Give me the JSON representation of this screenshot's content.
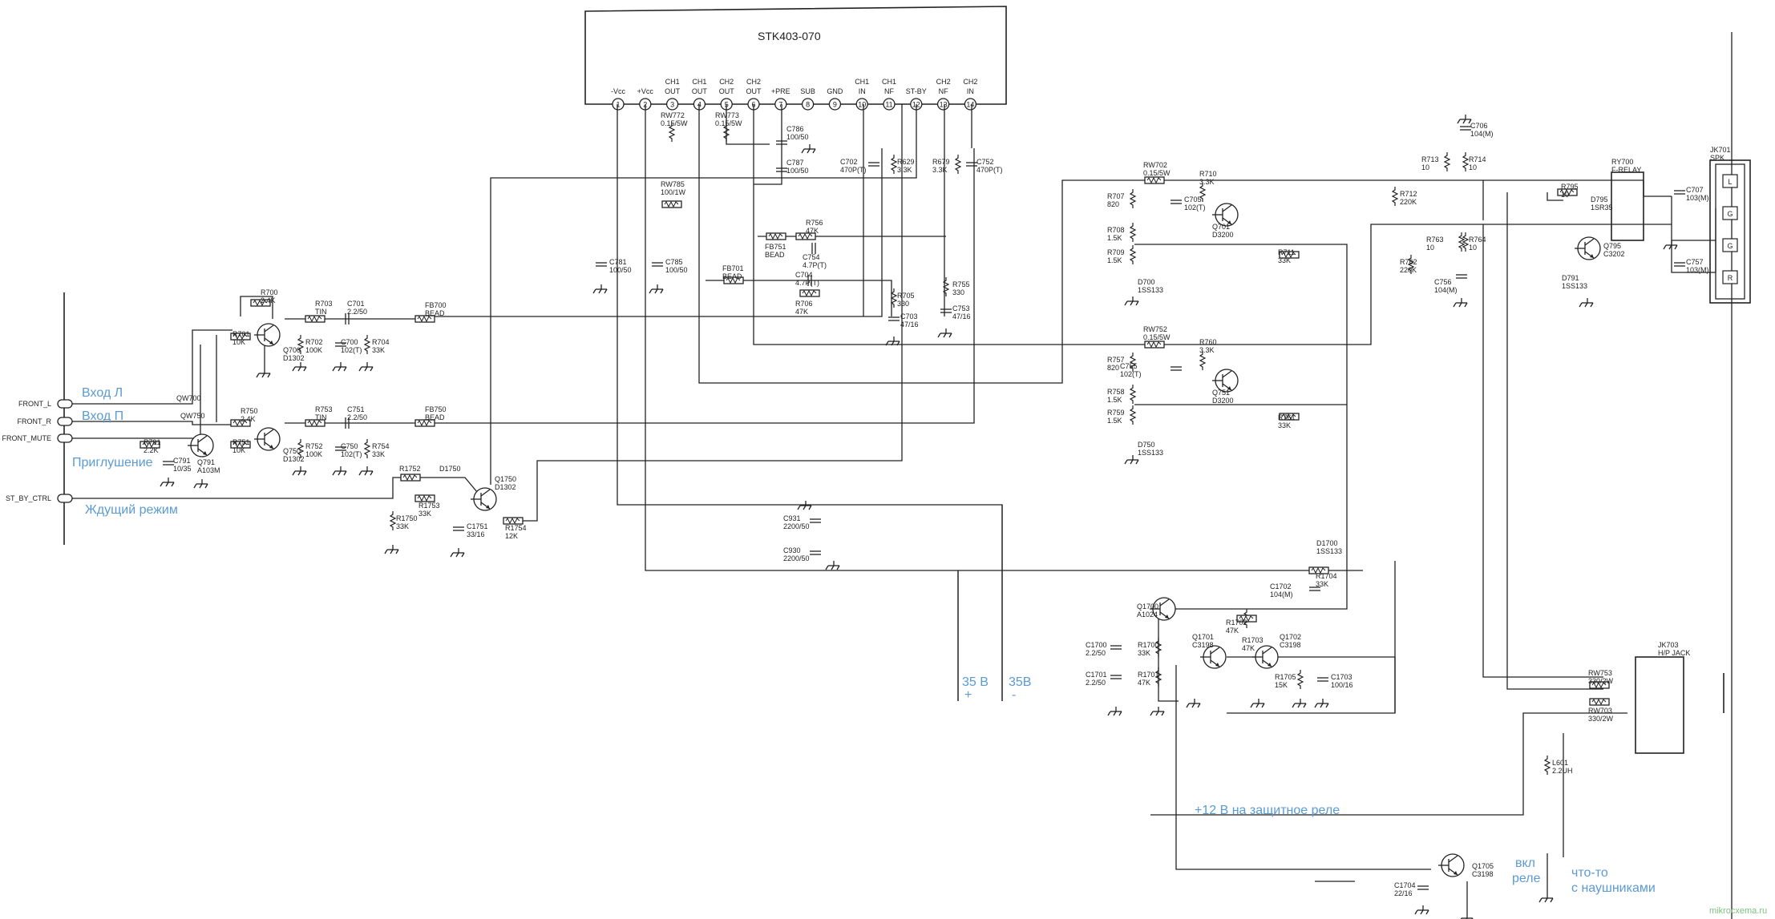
{
  "ic": {
    "name": "STK403-070",
    "pins": [
      {
        "n": "1",
        "name": "-Vcc"
      },
      {
        "n": "2",
        "name": "+Vcc"
      },
      {
        "n": "3",
        "name": "CH1 OUT"
      },
      {
        "n": "4",
        "name": "CH1 OUT"
      },
      {
        "n": "5",
        "name": "CH2 OUT"
      },
      {
        "n": "6",
        "name": "CH2 OUT"
      },
      {
        "n": "7",
        "name": "+PRE"
      },
      {
        "n": "8",
        "name": "SUB"
      },
      {
        "n": "9",
        "name": "GND"
      },
      {
        "n": "10",
        "name": "CH1 IN"
      },
      {
        "n": "11",
        "name": "CH1 NF"
      },
      {
        "n": "12",
        "name": "ST-BY"
      },
      {
        "n": "13",
        "name": "CH2 NF"
      },
      {
        "n": "14",
        "name": "CH2 IN"
      }
    ]
  },
  "connectors": [
    {
      "id": "FRONT_L",
      "label": "FRONT_L"
    },
    {
      "id": "FRONT_R",
      "label": "FRONT_R"
    },
    {
      "id": "FRONT_MUTE",
      "label": "FRONT_MUTE"
    },
    {
      "id": "ST_BY_CTRL",
      "label": "ST_BY_CTRL"
    }
  ],
  "annotations": {
    "input_l": "Вход Л",
    "input_r": "Вход П",
    "mute": "Приглушение",
    "standby": "Ждущий режим",
    "v35_plus": "35 В",
    "plus_sign": "+",
    "v35_minus": "35В",
    "minus_sign": "-",
    "relay_12v": "+12 В на защитное реле",
    "relay_on_1": "вкл",
    "relay_on_2": "реле",
    "hp_1": "что-то",
    "hp_2": "с наушниками"
  },
  "components": [
    {
      "ref": "R700",
      "value": "2.4K"
    },
    {
      "ref": "R701",
      "value": "10K"
    },
    {
      "ref": "Q700",
      "value": "D1302"
    },
    {
      "ref": "R703",
      "value": "TIN"
    },
    {
      "ref": "C701",
      "value": "2.2/50"
    },
    {
      "ref": "R702",
      "value": "100K"
    },
    {
      "ref": "C700",
      "value": "102(T)"
    },
    {
      "ref": "R704",
      "value": "33K"
    },
    {
      "ref": "FB700",
      "value": "BEAD"
    },
    {
      "ref": "QW700",
      "value": ""
    },
    {
      "ref": "QW750",
      "value": ""
    },
    {
      "ref": "R750",
      "value": "2.4K"
    },
    {
      "ref": "R751",
      "value": "10K"
    },
    {
      "ref": "Q750",
      "value": "D1302"
    },
    {
      "ref": "R753",
      "value": "TIN"
    },
    {
      "ref": "C751",
      "value": "2.2/50"
    },
    {
      "ref": "R752",
      "value": "100K"
    },
    {
      "ref": "C750",
      "value": "102(T)"
    },
    {
      "ref": "R754",
      "value": "33K"
    },
    {
      "ref": "FB750",
      "value": "BEAD"
    },
    {
      "ref": "R791",
      "value": "2.2K"
    },
    {
      "ref": "C791",
      "value": "10/35"
    },
    {
      "ref": "Q791",
      "value": "A103M"
    },
    {
      "ref": "R1752",
      "value": ""
    },
    {
      "ref": "D1750",
      "value": ""
    },
    {
      "ref": "R1753",
      "value": "33K"
    },
    {
      "ref": "R1750",
      "value": "33K"
    },
    {
      "ref": "C1751",
      "value": "33/16"
    },
    {
      "ref": "R1754",
      "value": "12K"
    },
    {
      "ref": "Q1750",
      "value": "D1302"
    },
    {
      "ref": "RW772",
      "value": "0.15/5W"
    },
    {
      "ref": "RW773",
      "value": "0.15/5W"
    },
    {
      "ref": "C786",
      "value": "100/50"
    },
    {
      "ref": "C787",
      "value": "100/50"
    },
    {
      "ref": "RW785",
      "value": "100/1W"
    },
    {
      "ref": "C781",
      "value": "100/50"
    },
    {
      "ref": "C785",
      "value": "100/50"
    },
    {
      "ref": "FB751",
      "value": "BEAD"
    },
    {
      "ref": "R756",
      "value": "47K"
    },
    {
      "ref": "C754",
      "value": "4.7P(T)"
    },
    {
      "ref": "FB701",
      "value": "BEAD"
    },
    {
      "ref": "C704",
      "value": "4.7P(T)"
    },
    {
      "ref": "R706",
      "value": "47K"
    },
    {
      "ref": "C702",
      "value": "470P(T)"
    },
    {
      "ref": "R629",
      "value": "3.3K"
    },
    {
      "ref": "R679",
      "value": "3.3K"
    },
    {
      "ref": "C752",
      "value": "470P(T)"
    },
    {
      "ref": "R705",
      "value": "330"
    },
    {
      "ref": "C703",
      "value": "47/16"
    },
    {
      "ref": "R755",
      "value": "330"
    },
    {
      "ref": "C753",
      "value": "47/16"
    },
    {
      "ref": "C931",
      "value": "2200/50"
    },
    {
      "ref": "C930",
      "value": "2200/50"
    },
    {
      "ref": "RW702",
      "value": "0.15/5W"
    },
    {
      "ref": "R710",
      "value": "3.3K"
    },
    {
      "ref": "R707",
      "value": "820"
    },
    {
      "ref": "C705",
      "value": "102(T)"
    },
    {
      "ref": "Q701",
      "value": "D3200"
    },
    {
      "ref": "R708",
      "value": "1.5K"
    },
    {
      "ref": "R709",
      "value": "1.5K"
    },
    {
      "ref": "D700",
      "value": "1SS133"
    },
    {
      "ref": "R711",
      "value": "33K"
    },
    {
      "ref": "RW752",
      "value": "0.15/5W"
    },
    {
      "ref": "R760",
      "value": "3.3K"
    },
    {
      "ref": "R757",
      "value": "820"
    },
    {
      "ref": "C755",
      "value": "102(T)"
    },
    {
      "ref": "Q751",
      "value": "D3200"
    },
    {
      "ref": "R758",
      "value": "1.5K"
    },
    {
      "ref": "R759",
      "value": "1.5K"
    },
    {
      "ref": "D750",
      "value": "1SS133"
    },
    {
      "ref": "R761",
      "value": "33K"
    },
    {
      "ref": "C706",
      "value": "104(M)"
    },
    {
      "ref": "R713",
      "value": "10"
    },
    {
      "ref": "R714",
      "value": "10"
    },
    {
      "ref": "R712",
      "value": "220K"
    },
    {
      "ref": "R762",
      "value": "220K"
    },
    {
      "ref": "R763",
      "value": "10"
    },
    {
      "ref": "R764",
      "value": "10"
    },
    {
      "ref": "C756",
      "value": "104(M)"
    },
    {
      "ref": "RY700",
      "value": "F-RELAY"
    },
    {
      "ref": "R795",
      "value": "10"
    },
    {
      "ref": "D795",
      "value": "1SR35"
    },
    {
      "ref": "Q795",
      "value": "C3202"
    },
    {
      "ref": "D791",
      "value": "1SS133"
    },
    {
      "ref": "C707",
      "value": "103(M)"
    },
    {
      "ref": "C757",
      "value": "103(M)"
    },
    {
      "ref": "JK701",
      "value": "SPK"
    },
    {
      "ref": "D1700",
      "value": "1SS133"
    },
    {
      "ref": "C1702",
      "value": "104(M)"
    },
    {
      "ref": "R1704",
      "value": "33K"
    },
    {
      "ref": "Q1700",
      "value": "A1024"
    },
    {
      "ref": "R1702",
      "value": "47K"
    },
    {
      "ref": "R1703",
      "value": "47K"
    },
    {
      "ref": "C1700",
      "value": "2.2/50"
    },
    {
      "ref": "R1700",
      "value": "33K"
    },
    {
      "ref": "C1701",
      "value": "2.2/50"
    },
    {
      "ref": "R1701",
      "value": "47K"
    },
    {
      "ref": "Q1701",
      "value": "C3198"
    },
    {
      "ref": "Q1702",
      "value": "C3198"
    },
    {
      "ref": "R1705",
      "value": "15K"
    },
    {
      "ref": "C1703",
      "value": "100/16"
    },
    {
      "ref": "RW753",
      "value": "330/2W"
    },
    {
      "ref": "RW703",
      "value": "330/2W"
    },
    {
      "ref": "JK703",
      "value": "H/P JACK"
    },
    {
      "ref": "L601",
      "value": "2.2UH"
    },
    {
      "ref": "Q1705",
      "value": "C3198"
    },
    {
      "ref": "C1704",
      "value": "22/16"
    }
  ],
  "jack_letters": [
    "L",
    "G",
    "G",
    "R"
  ],
  "watermark": "mikrocxema.ru"
}
